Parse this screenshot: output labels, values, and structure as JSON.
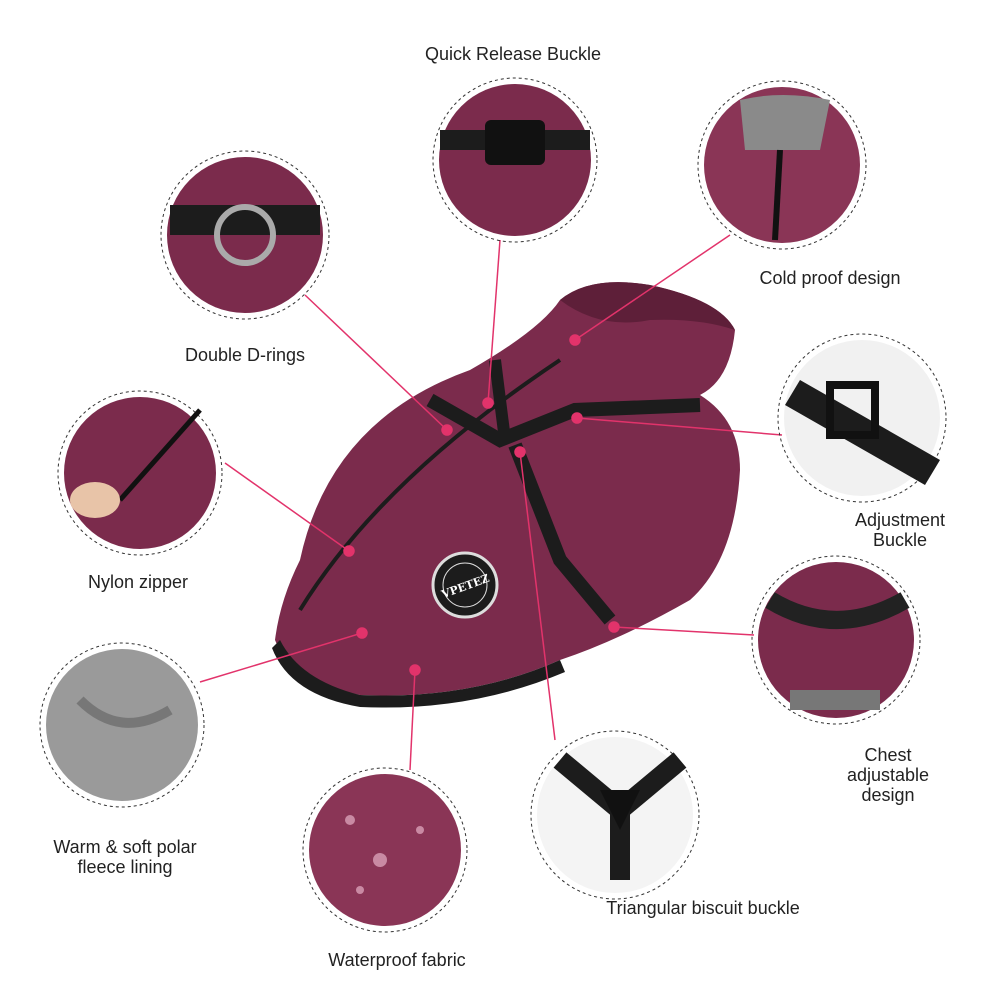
{
  "colors": {
    "accent": "#e2336b",
    "coat": "#7b2b4c",
    "coat_dark": "#5e1f39",
    "strap": "#1c1c1c",
    "fleece": "#9a9a9a"
  },
  "brand_badge": "VPETEZ",
  "features": [
    {
      "id": "quick-release-buckle",
      "label": [
        "Quick Release Buckle"
      ]
    },
    {
      "id": "cold-proof-design",
      "label": [
        "Cold proof design"
      ]
    },
    {
      "id": "double-d-rings",
      "label": [
        "Double D-rings"
      ]
    },
    {
      "id": "adjustment-buckle",
      "label": [
        "Adjustment",
        "Buckle"
      ]
    },
    {
      "id": "nylon-zipper",
      "label": [
        "Nylon zipper"
      ]
    },
    {
      "id": "chest-adjustable-design",
      "label": [
        "Chest",
        "adjustable",
        "design"
      ]
    },
    {
      "id": "fleece-lining",
      "label": [
        "Warm & soft polar",
        "fleece lining"
      ]
    },
    {
      "id": "waterproof-fabric",
      "label": [
        "Waterproof fabric"
      ]
    },
    {
      "id": "triangular-biscuit-buckle",
      "label": [
        "Triangular biscuit buckle"
      ]
    }
  ]
}
